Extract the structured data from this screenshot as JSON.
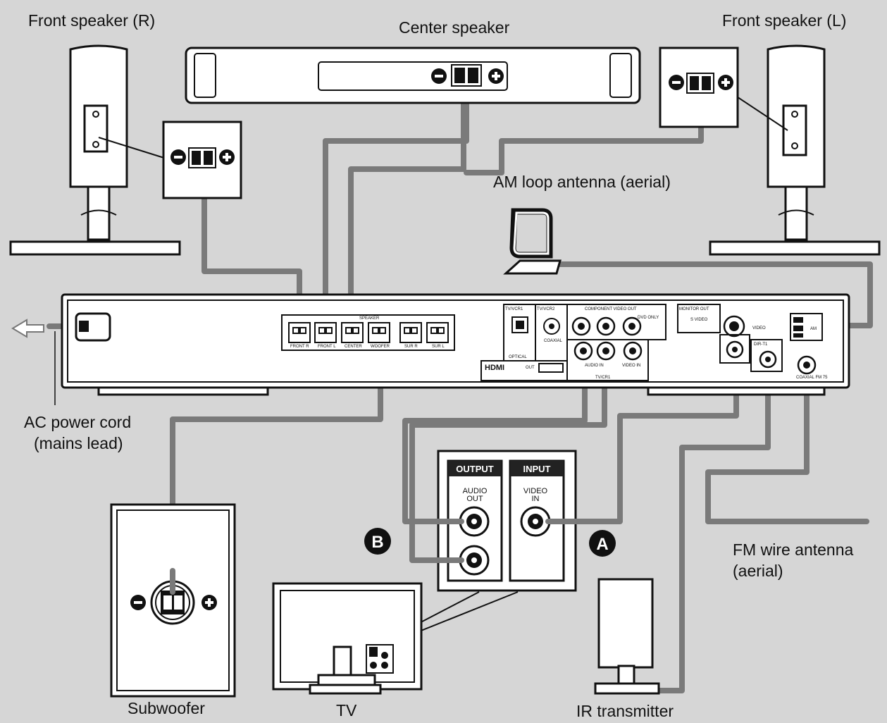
{
  "labels": {
    "front_speaker_r": "Front speaker (R)",
    "center_speaker": "Center speaker",
    "front_speaker_l": "Front speaker (L)",
    "am_loop_antenna": "AM loop antenna (aerial)",
    "ac_power_cord_1": "AC power cord",
    "ac_power_cord_2": "(mains lead)",
    "fm_wire_antenna_1": "FM wire antenna",
    "fm_wire_antenna_2": "(aerial)",
    "subwoofer": "Subwoofer",
    "tv": "TV",
    "ir_transmitter": "IR transmitter"
  },
  "markers": {
    "a": "A",
    "b": "B"
  },
  "tv_panel": {
    "output": "OUTPUT",
    "input": "INPUT",
    "audio_out_1": "AUDIO",
    "audio_out_2": "OUT",
    "video_in_1": "VIDEO",
    "video_in_2": "IN"
  },
  "rear_panel": {
    "speaker": "SPEAKER",
    "terminals": [
      "FRONT R",
      "FRONT L",
      "CENTER",
      "WOOFER",
      "SUR R",
      "SUR L"
    ],
    "tv_vcr1": "TV/VCR1",
    "tv_vcr2": "TV/VCR2",
    "optical": "OPTICAL",
    "coaxial": "COAXIAL",
    "component_video_out": "COMPONENT VIDEO OUT",
    "dvd_only": "DVD ONLY",
    "audio_in": "AUDIO IN",
    "video_in": "VIDEO IN",
    "tv_cr1": "TV/CR1",
    "hdmi": "HDMI",
    "hdmi_out": "OUT",
    "monitor_out": "MONITOR OUT",
    "s_video": "S VIDEO",
    "video": "VIDEO",
    "dir_t1": "DIR-T1",
    "am": "AM",
    "coaxial_fm": "COAXIAL FM 75"
  },
  "colors": {
    "background": "#d6d6d6",
    "cable": "#7a7a7a",
    "outline": "#111111"
  }
}
